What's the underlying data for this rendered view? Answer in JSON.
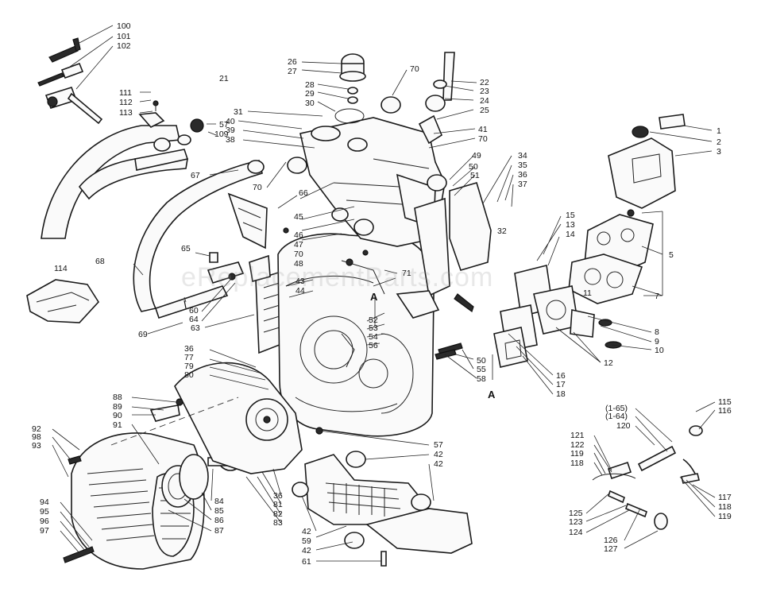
{
  "watermark": "eReplacementParts.com",
  "section_markers": [
    "A",
    "A"
  ],
  "callouts": [
    "100",
    "101",
    "102",
    "111",
    "112",
    "113",
    "21",
    "26",
    "27",
    "28",
    "29",
    "30",
    "70",
    "22",
    "23",
    "24",
    "25",
    "57",
    "109",
    "31",
    "40",
    "39",
    "38",
    "41",
    "70",
    "1",
    "2",
    "3",
    "67",
    "70",
    "66",
    "45",
    "49",
    "50",
    "51",
    "34",
    "35",
    "36",
    "37",
    "46",
    "47",
    "70",
    "48",
    "32",
    "15",
    "13",
    "14",
    "5",
    "65",
    "68",
    "71",
    "43",
    "44",
    "7",
    "11",
    "114",
    "60",
    "64",
    "63",
    "69",
    "52",
    "53",
    "54",
    "56",
    "8",
    "9",
    "10",
    "12",
    "36",
    "77",
    "79",
    "80",
    "50",
    "55",
    "58",
    "16",
    "17",
    "18",
    "88",
    "89",
    "90",
    "91",
    "115",
    "116",
    "(1-65)",
    "(1-64)",
    "120",
    "92",
    "98",
    "93",
    "57",
    "42",
    "42",
    "121",
    "122",
    "119",
    "118",
    "36",
    "81",
    "82",
    "83",
    "94",
    "95",
    "96",
    "97",
    "84",
    "85",
    "86",
    "87",
    "42",
    "59",
    "42",
    "61",
    "125",
    "123",
    "124",
    "117",
    "118",
    "119",
    "126",
    "127"
  ]
}
